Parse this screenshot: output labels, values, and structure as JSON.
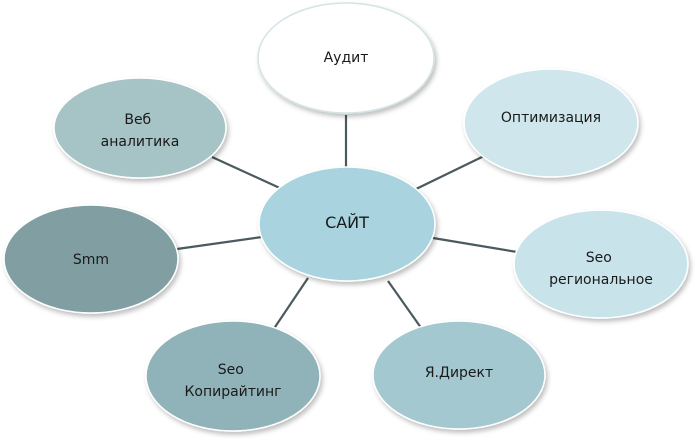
{
  "diagram": {
    "center": {
      "label": "САЙТ",
      "color": "#a9d4df"
    },
    "nodes": [
      {
        "id": "audit",
        "lines": [
          "Аудит"
        ],
        "color": "#ffffff"
      },
      {
        "id": "optimization",
        "lines": [
          "Оптимизация"
        ],
        "color": "#cfe7ec"
      },
      {
        "id": "seo-regional",
        "lines": [
          "Seo",
          "региональное"
        ],
        "color": "#c8e4ea"
      },
      {
        "id": "yandex-direct",
        "lines": [
          "Я.Директ"
        ],
        "color": "#a4c8cf"
      },
      {
        "id": "seo-copywriting",
        "lines": [
          "Seo",
          "Копирайтинг"
        ],
        "color": "#8fb3b8"
      },
      {
        "id": "smm",
        "lines": [
          "Smm"
        ],
        "color": "#819fa3"
      },
      {
        "id": "web-analytics",
        "lines": [
          "Веб",
          "аналитика"
        ],
        "color": "#a6c3c6"
      }
    ]
  }
}
